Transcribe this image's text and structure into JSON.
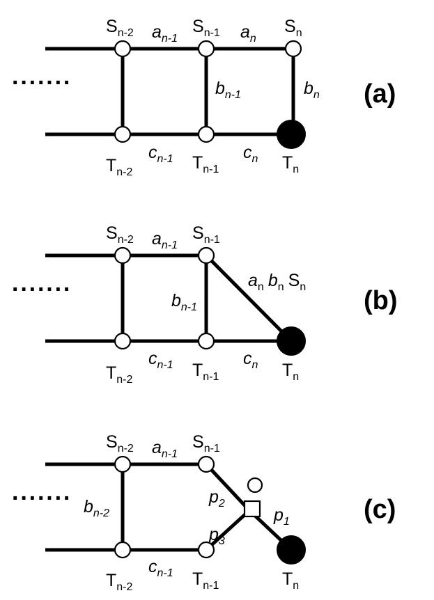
{
  "panels": [
    {
      "id": "a",
      "label": "(a)",
      "ellipsis": "·······",
      "labels": {
        "s_prev2": {
          "main": "S",
          "sub": "n-2"
        },
        "s_prev1": {
          "main": "S",
          "sub": "n-1"
        },
        "s_n": {
          "main": "S",
          "sub": "n"
        },
        "a_prev": {
          "main": "a",
          "sub": "n-1"
        },
        "a_n": {
          "main": "a",
          "sub": "n"
        },
        "b_prev": {
          "main": "b",
          "sub": "n-1"
        },
        "b_n": {
          "main": "b",
          "sub": "n"
        },
        "c_prev": {
          "main": "c",
          "sub": "n-1"
        },
        "c_n": {
          "main": "c",
          "sub": "n"
        },
        "t_prev2": {
          "main": "T",
          "sub": "n-2"
        },
        "t_prev1": {
          "main": "T",
          "sub": "n-1"
        },
        "t_n": {
          "main": "T",
          "sub": "n"
        }
      }
    },
    {
      "id": "b",
      "label": "(b)",
      "ellipsis": "·······",
      "labels": {
        "s_prev2": {
          "main": "S",
          "sub": "n-2"
        },
        "s_prev1": {
          "main": "S",
          "sub": "n-1"
        },
        "a_prev": {
          "main": "a",
          "sub": "n-1"
        },
        "b_prev": {
          "main": "b",
          "sub": "n-1"
        },
        "diag_a": {
          "main": "a",
          "sub": "n"
        },
        "diag_b": {
          "main": "b",
          "sub": "n"
        },
        "diag_s": {
          "main": "S",
          "sub": "n"
        },
        "c_prev": {
          "main": "c",
          "sub": "n-1"
        },
        "c_n": {
          "main": "c",
          "sub": "n"
        },
        "t_prev2": {
          "main": "T",
          "sub": "n-2"
        },
        "t_prev1": {
          "main": "T",
          "sub": "n-1"
        },
        "t_n": {
          "main": "T",
          "sub": "n"
        }
      }
    },
    {
      "id": "c",
      "label": "(c)",
      "ellipsis": "·······",
      "labels": {
        "s_prev2": {
          "main": "S",
          "sub": "n-2"
        },
        "s_prev1": {
          "main": "S",
          "sub": "n-1"
        },
        "a_prev": {
          "main": "a",
          "sub": "n-1"
        },
        "b_prev2": {
          "main": "b",
          "sub": "n-2"
        },
        "p1": {
          "main": "p",
          "sub": "1"
        },
        "p2": {
          "main": "p",
          "sub": "2"
        },
        "p3": {
          "main": "p",
          "sub": "3"
        },
        "c_prev": {
          "main": "c",
          "sub": "n-1"
        },
        "t_prev2": {
          "main": "T",
          "sub": "n-2"
        },
        "t_prev1": {
          "main": "T",
          "sub": "n-1"
        },
        "t_n": {
          "main": "T",
          "sub": "n"
        }
      }
    }
  ]
}
